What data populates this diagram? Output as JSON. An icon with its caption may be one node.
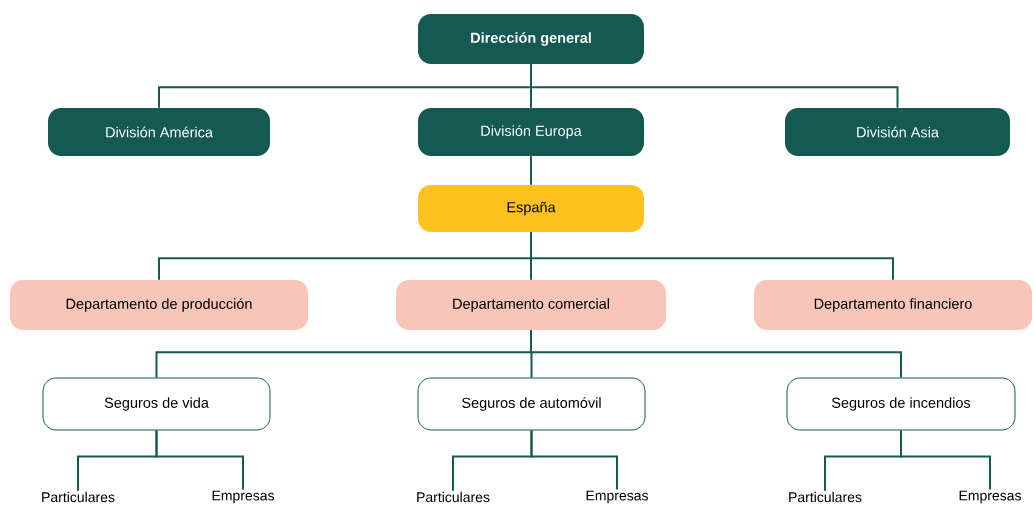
{
  "diagram": {
    "nodes": [
      {
        "text": [
          "Dirección general"
        ]
      },
      {
        "text": [
          "División América"
        ]
      },
      {
        "text": [
          "División Europa"
        ]
      },
      {
        "text": [
          "División Asia"
        ]
      },
      {
        "text": [
          "España"
        ]
      },
      {
        "text": [
          "Departamento de producción"
        ]
      },
      {
        "text": [
          "Departamento comercial"
        ]
      },
      {
        "text": [
          "Departamento financiero"
        ]
      },
      {
        "text": [
          "Seguros de vida"
        ]
      },
      {
        "text": [
          "Seguros de automóvil"
        ]
      },
      {
        "text": [
          "Seguros de incendios"
        ]
      },
      {
        "text": [
          "Particulares"
        ]
      },
      {
        "text": [
          "Empresas"
        ]
      },
      {
        "text": [
          "Particulares"
        ]
      },
      {
        "text": [
          "Empresas"
        ]
      },
      {
        "text": [
          "Particulares"
        ]
      },
      {
        "text": [
          "Empresas"
        ]
      }
    ],
    "edges": [
      {
        "from": 0,
        "to": 1,
        "arrow": "none"
      },
      {
        "from": 0,
        "to": 2,
        "arrow": "none"
      },
      {
        "from": 0,
        "to": 3,
        "arrow": "none"
      },
      {
        "from": 2,
        "to": 4,
        "arrow": "none"
      },
      {
        "from": 4,
        "to": 5,
        "arrow": "none"
      },
      {
        "from": 4,
        "to": 6,
        "arrow": "none"
      },
      {
        "from": 4,
        "to": 7,
        "arrow": "none"
      },
      {
        "from": 6,
        "to": 8,
        "arrow": "none"
      },
      {
        "from": 6,
        "to": 9,
        "arrow": "none"
      },
      {
        "from": 6,
        "to": 10,
        "arrow": "none"
      },
      {
        "from": 8,
        "to": 11,
        "arrow": "none"
      },
      {
        "from": 8,
        "to": 12,
        "arrow": "none"
      },
      {
        "from": 9,
        "to": 13,
        "arrow": "none"
      },
      {
        "from": 9,
        "to": 14,
        "arrow": "none"
      },
      {
        "from": 10,
        "to": 15,
        "arrow": "none"
      },
      {
        "from": 10,
        "to": 16,
        "arrow": "none"
      }
    ]
  }
}
